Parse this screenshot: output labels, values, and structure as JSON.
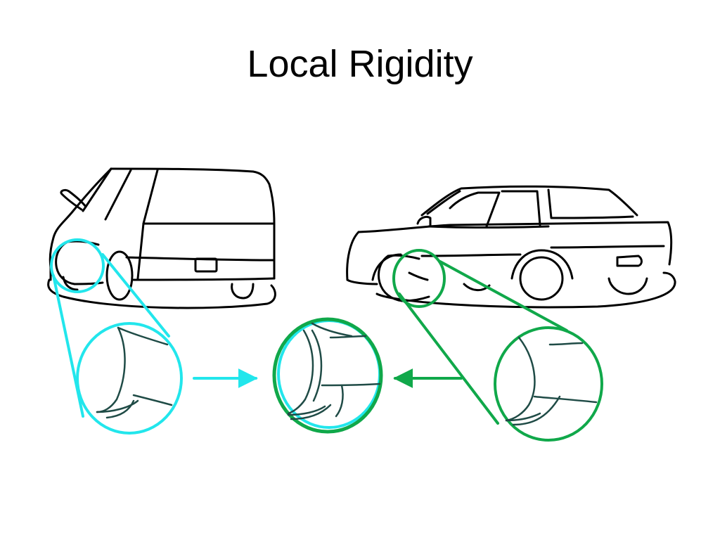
{
  "slide": {
    "title": "Local Rigidity"
  },
  "figure": {
    "objects": [
      "van",
      "sedan"
    ],
    "icons": [
      "van-drawing",
      "sedan-drawing",
      "zoom-circle-icon",
      "arrow-icon"
    ],
    "colors": {
      "line": "#000000",
      "detail": "#1f4b46",
      "cyan": "#22e6ec",
      "green": "#10a84a"
    }
  }
}
